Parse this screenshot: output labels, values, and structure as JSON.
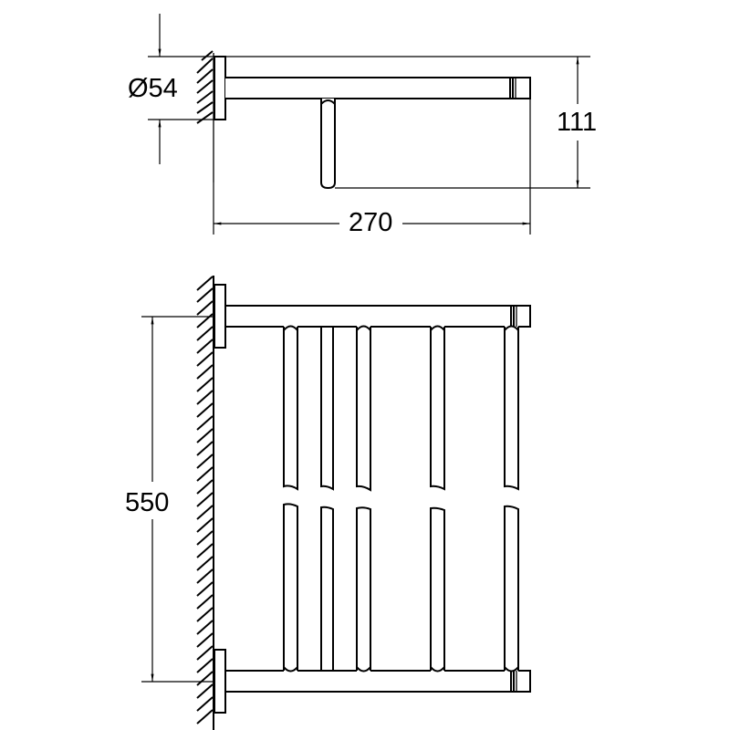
{
  "drawing": {
    "subject": "Wall-mounted towel rack, dimensioned technical drawing",
    "line_color": "#000000",
    "background": "#ffffff",
    "views": [
      {
        "name": "side-view",
        "features": [
          "wall-hatching",
          "wall-flange",
          "support-rod",
          "end-cap",
          "hanging-bar"
        ]
      },
      {
        "name": "front-view",
        "features": [
          "wall-hatching",
          "upper-flange",
          "lower-flange",
          "upper-rod",
          "lower-rod",
          "end-caps",
          "vertical-bars"
        ],
        "vertical_bar_count": 5
      }
    ]
  },
  "dimensions": {
    "diameter": {
      "label": "Ø54",
      "value": 54,
      "unit": "mm"
    },
    "depth": {
      "label": "111",
      "value": 111,
      "unit": "mm"
    },
    "projection": {
      "label": "270",
      "value": 270,
      "unit": "mm"
    },
    "height": {
      "label": "550",
      "value": 550,
      "unit": "mm"
    }
  }
}
